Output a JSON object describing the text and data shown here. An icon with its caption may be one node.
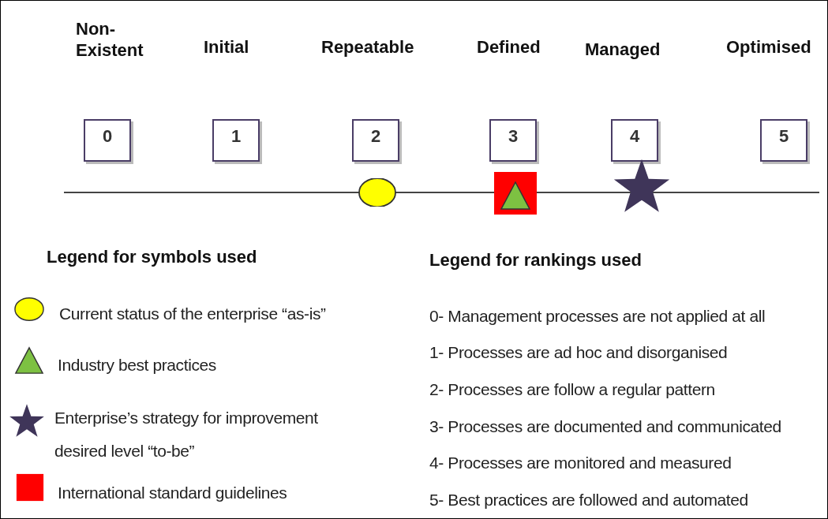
{
  "diagram": {
    "nodes": [
      {
        "text": [
          "Non-Existent",
          "0"
        ]
      },
      {
        "text": [
          "Initial",
          "1"
        ]
      },
      {
        "text": [
          "Repeatable",
          "2"
        ]
      },
      {
        "text": [
          "Defined",
          "3"
        ]
      },
      {
        "text": [
          "Managed",
          "4"
        ]
      },
      {
        "text": [
          "Optimised",
          "5"
        ]
      }
    ],
    "labels": [
      "Legend for symbols used",
      "Legend for rankings used",
      "0- Management processes are not applied at all",
      "1- Processes are ad hoc and disorganised",
      "2- Processes are follow a regular pattern",
      "3- Processes are documented and communicated",
      "4- Processes are monitored and measured",
      "5- Best practices are followed and automated"
    ],
    "legend": [
      {
        "text": "Current status of the enterprise “as-is”"
      },
      {
        "text": "Industry best practices"
      },
      {
        "text": "Enterprise’s strategy for improvement desired level “to-be”"
      },
      {
        "text": "International standard guidelines",
        "color": "#ff0000"
      }
    ]
  }
}
